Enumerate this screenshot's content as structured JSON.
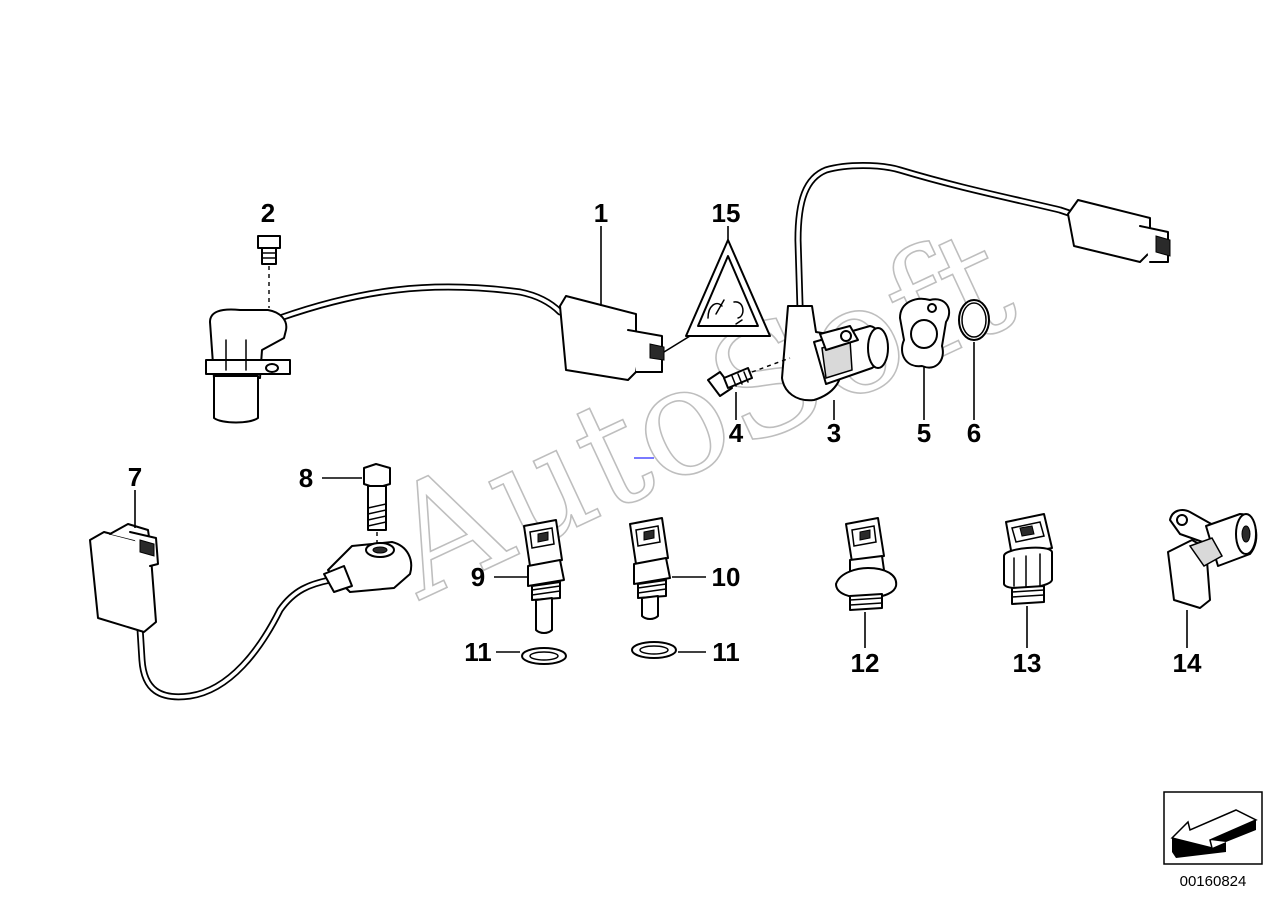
{
  "watermark": "AutoSoft",
  "reference_number": "00160824",
  "callouts": {
    "p1": "1",
    "p2": "2",
    "p3": "3",
    "p4": "4",
    "p5": "5",
    "p6": "6",
    "p7": "7",
    "p8": "8",
    "p9": "9",
    "p10": "10",
    "p11a": "11",
    "p11b": "11",
    "p12": "12",
    "p13": "13",
    "p14": "14",
    "p15": "15"
  },
  "icons": [
    "warning-triangle-icon",
    "orientation-arrow-icon"
  ]
}
